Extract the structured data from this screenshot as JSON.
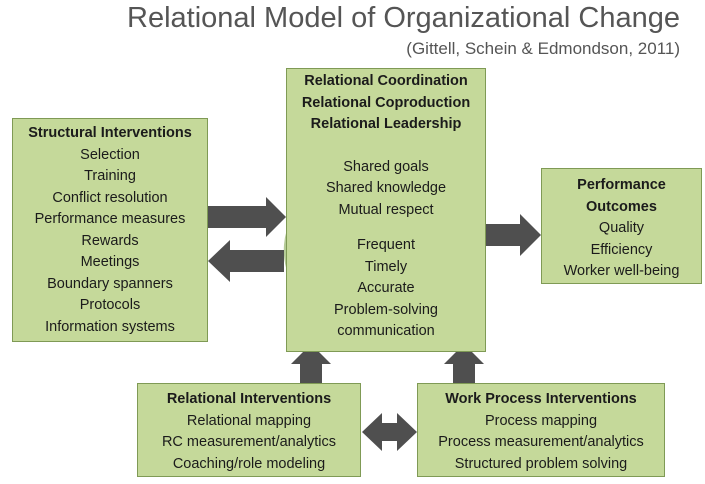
{
  "title": "Relational Model of Organizational Change",
  "subtitle": "(Gittell, Schein & Edmondson, 2011)",
  "structural": {
    "heading": "Structural Interventions",
    "items": [
      "Selection",
      "Training",
      "Conflict resolution",
      "Performance measures",
      "Rewards",
      "Meetings",
      "Boundary spanners",
      "Protocols",
      "Information systems"
    ]
  },
  "center": {
    "headings": [
      "Relational Coordination",
      "Relational Coproduction",
      "Relational Leadership"
    ],
    "group1": [
      "Shared goals",
      "Shared knowledge",
      "Mutual respect"
    ],
    "group2": [
      "Frequent",
      "Timely",
      "Accurate",
      "Problem-solving",
      "communication"
    ]
  },
  "outcomes": {
    "heading": [
      "Performance",
      "Outcomes"
    ],
    "items": [
      "Quality",
      "Efficiency",
      "Worker well-being"
    ]
  },
  "relational": {
    "heading": "Relational Interventions",
    "items": [
      "Relational mapping",
      "RC measurement/analytics",
      "Coaching/role modeling"
    ]
  },
  "workprocess": {
    "heading": "Work Process Interventions",
    "items": [
      "Process mapping",
      "Process measurement/analytics",
      "Structured problem solving"
    ]
  },
  "colors": {
    "box_fill": "#c5d99a",
    "box_border": "#7f9a55",
    "arrow": "#4f4f4f",
    "title_text": "#555555"
  }
}
